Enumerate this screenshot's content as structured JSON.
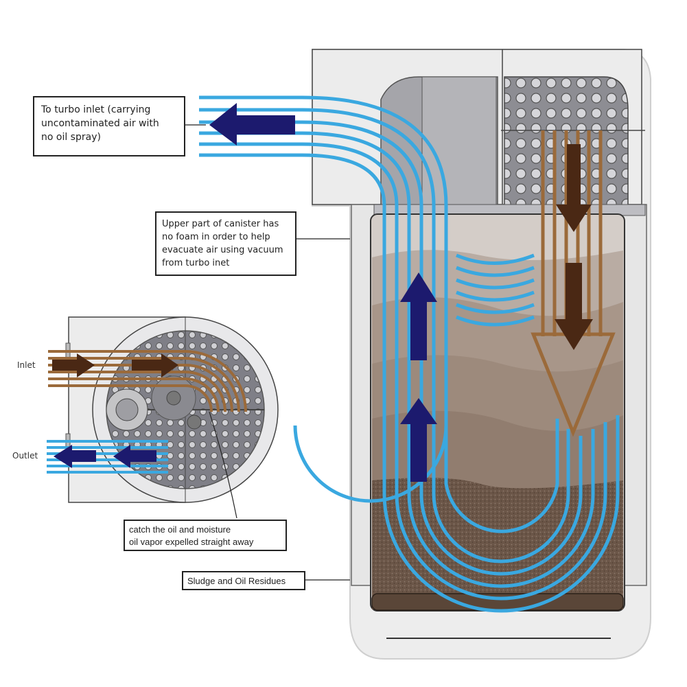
{
  "title": "Oil catch can / canister air flow diagram",
  "labels": {
    "turbo_inlet": "To turbo inlet (carrying\nuncontaminated air with\nno oil spray)",
    "upper_canister": "Upper part of canister has\nno foam in order to help\nevacuate air using vacuum\nfrom turbo inet",
    "catch_oil": "catch the oil and moisture\noil vapor expelled straight away",
    "sludge": "Sludge and Oil Residues",
    "inlet": "Inlet",
    "outlet": "Outlet"
  },
  "colors": {
    "clean_air_lines": "#3aa8e0",
    "clean_air_arrow": "#1c1a6e",
    "dirty_air_lines": "#9b6a3a",
    "dirty_air_arrow": "#4a2814",
    "canister_body": "#efefef",
    "sludge": "#6b5648",
    "liquid_upper": "#b7a99f",
    "liquid_mid": "#9e8a7c"
  }
}
